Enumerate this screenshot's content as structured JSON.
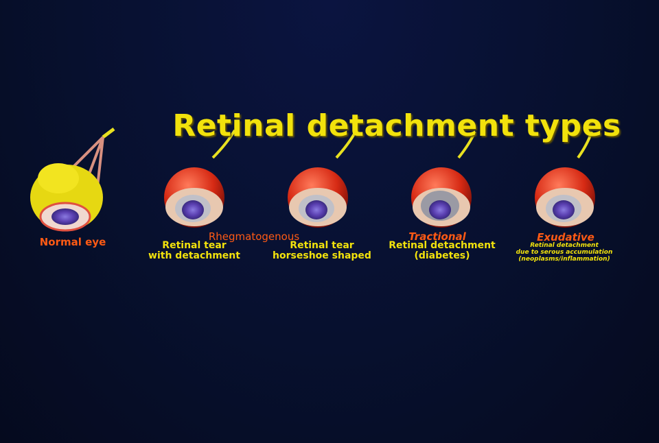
{
  "title": "Retinal detachment types",
  "normal": {
    "label": "Normal eye"
  },
  "groups": {
    "rhegmatogenous": "Rhegmatogenous",
    "tractional": "Tractional",
    "exudative": "Exudative"
  },
  "eyes": [
    {
      "label_line1": "Retinal tear",
      "label_line2": "with detachment"
    },
    {
      "label_line1": "Retinal tear",
      "label_line2": "horseshoe shaped"
    },
    {
      "label_line1": "Retinal detachment",
      "label_line2": "(diabetes)"
    },
    {
      "label_line1": "Retinal detachment",
      "label_line2": "due to serous accumulation",
      "label_line3": "(neoplasms/inflammation)"
    }
  ],
  "colors": {
    "title": "#f2e20c",
    "group": "#ff5a14",
    "label": "#f2e20c",
    "background": "#07102e"
  }
}
